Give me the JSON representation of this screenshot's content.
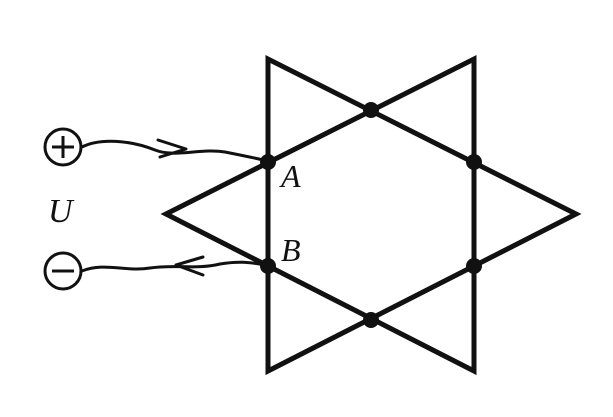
{
  "diagram": {
    "labels": {
      "voltage": "U",
      "node_a": "A",
      "node_b": "B"
    },
    "terminals": {
      "positive": "+",
      "negative": "−"
    }
  },
  "colors": {
    "stroke": "#111111",
    "background": "#ffffff"
  }
}
